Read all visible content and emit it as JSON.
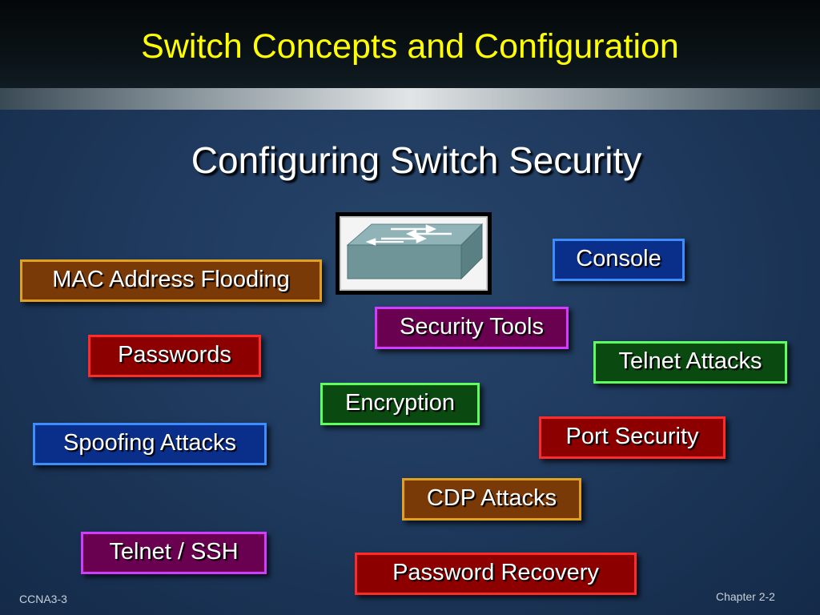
{
  "header": {
    "title": "Switch Concepts and Configuration"
  },
  "slide": {
    "title": "Configuring Switch Security"
  },
  "image": {
    "icon": "network-switch-icon"
  },
  "tags": {
    "mac_address_flooding": "MAC Address Flooding",
    "console": "Console",
    "security_tools": "Security Tools",
    "passwords": "Passwords",
    "telnet_attacks": "Telnet Attacks",
    "encryption": "Encryption",
    "port_security": "Port Security",
    "spoofing_attacks": "Spoofing Attacks",
    "cdp_attacks": "CDP Attacks",
    "telnet_ssh": "Telnet / SSH",
    "password_recovery": "Password Recovery"
  },
  "colors": {
    "title_yellow": "#ffff00",
    "brown": "#7a3a08",
    "red": "#8c0000",
    "blue": "#0a2f8a",
    "purple": "#6a0050",
    "green": "#0a4a10"
  },
  "footer": {
    "left": "CCNA3-3",
    "right": "Chapter 2-2"
  }
}
